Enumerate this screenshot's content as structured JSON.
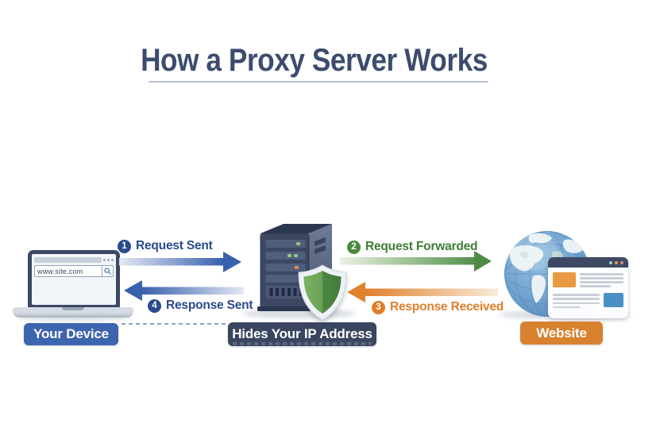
{
  "title": "How a Proxy Server Works",
  "device": {
    "label": "Your Device",
    "browser_url": "www.site.com"
  },
  "proxy": {
    "label": "Hides Your IP Address"
  },
  "website": {
    "label": "Website"
  },
  "steps": [
    {
      "num": "1",
      "label": "Request Sent"
    },
    {
      "num": "2",
      "label": "Request Forwarded"
    },
    {
      "num": "3",
      "label": "Response Received"
    },
    {
      "num": "4",
      "label": "Response Sent"
    }
  ],
  "colors": {
    "title": "#3d4c6e",
    "arrow_blue": "#3a61ae",
    "step_blue": "#2a4b8c",
    "arrow_green": "#4f8a44",
    "step_green_text": "#3d7c34",
    "arrow_orange": "#e0812e",
    "device_label_bg": "#3d64ae",
    "proxy_label_bg": "#3a4660",
    "website_label_bg": "#d8812f",
    "shield_green_light": "#7cb163",
    "shield_green_dark": "#4e8843",
    "globe_blue": "#5d92c3"
  }
}
